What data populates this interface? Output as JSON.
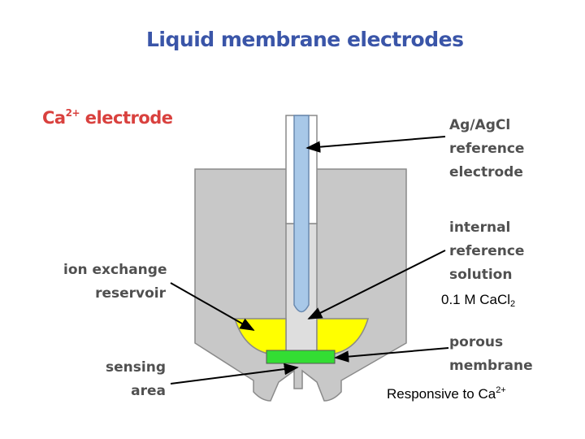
{
  "title": "Liquid membrane electrodes",
  "subtitle": {
    "text": "Ca",
    "sup": "2+",
    "rest": " electrode"
  },
  "labels": {
    "ag_agcl": [
      "Ag/AgCl",
      "reference",
      "electrode"
    ],
    "internal_ref": [
      "internal",
      "reference",
      "solution"
    ],
    "ion_exchange": [
      "ion exchange",
      "reservoir"
    ],
    "porous": [
      "porous",
      "membrane"
    ],
    "sensing": [
      "sensing",
      "area"
    ]
  },
  "notes": {
    "solution": {
      "text": "0.1 M CaCl",
      "sub": "2"
    },
    "responsive": {
      "text": "Responsive to Ca",
      "sup": "2+"
    }
  },
  "colors": {
    "title": "#3a55a8",
    "subtitle": "#d9413e",
    "body": "#c8c8c8",
    "yellow": "#ffff00",
    "membrane": "#33dd33",
    "electrode": "#a8c8e8"
  }
}
